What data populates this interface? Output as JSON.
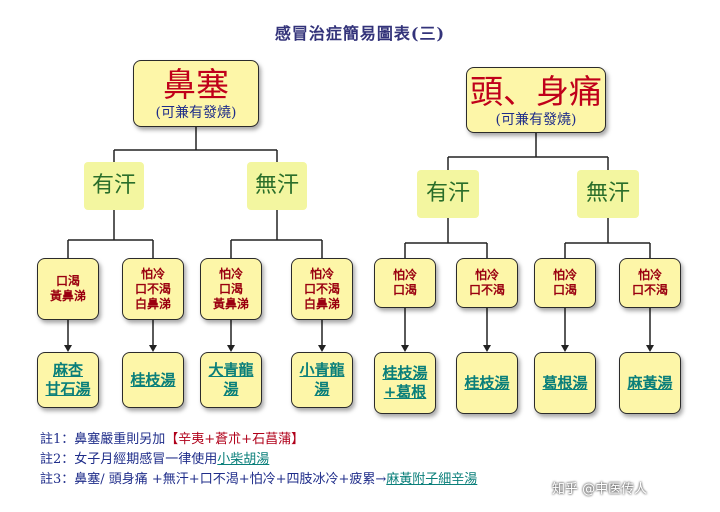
{
  "title": "感冒治症簡易圖表(三)",
  "left": {
    "root": {
      "main": "鼻塞",
      "sub": "(可兼有發燒)"
    },
    "branches": [
      {
        "label": "有汗",
        "conditions": [
          {
            "lines": [
              "口渴",
              "黃鼻涕"
            ],
            "remedy": [
              "麻杏",
              "甘石湯"
            ]
          },
          {
            "lines": [
              "怕冷",
              "口不渴",
              "白鼻涕"
            ],
            "remedy": [
              "桂枝湯"
            ]
          }
        ]
      },
      {
        "label": "無汗",
        "conditions": [
          {
            "lines": [
              "怕冷",
              "口渴",
              "黃鼻涕"
            ],
            "remedy": [
              "大青龍",
              "湯"
            ]
          },
          {
            "lines": [
              "怕冷",
              "口不渴",
              "白鼻涕"
            ],
            "remedy": [
              "小青龍",
              "湯"
            ]
          }
        ]
      }
    ]
  },
  "right": {
    "root": {
      "main": "頭、身痛",
      "sub": "(可兼有發燒)"
    },
    "branches": [
      {
        "label": "有汗",
        "conditions": [
          {
            "lines": [
              "怕冷",
              "口渴"
            ],
            "remedy": [
              "桂枝湯",
              "+葛根"
            ]
          },
          {
            "lines": [
              "怕冷",
              "口不渴"
            ],
            "remedy": [
              "桂枝湯"
            ]
          }
        ]
      },
      {
        "label": "無汗",
        "conditions": [
          {
            "lines": [
              "怕冷",
              "口渴"
            ],
            "remedy": [
              "葛根湯"
            ]
          },
          {
            "lines": [
              "怕冷",
              "口不渴"
            ],
            "remedy": [
              "麻黃湯"
            ]
          }
        ]
      }
    ]
  },
  "notes": {
    "n1": {
      "prefix": "註1：鼻塞嚴重則另加",
      "highlight": "【辛夷+蒼朮+石菖蒲】"
    },
    "n2": {
      "prefix": "註2：女子月經期感冒一律使用",
      "link": "小柴胡湯"
    },
    "n3": {
      "prefix": "註3：鼻塞/ 頭身痛 +無汗+口不渴+怕冷+四肢冰冷+疲累→",
      "link": "麻黃附子細辛湯"
    }
  },
  "watermark": "知乎 @中医传人",
  "colors": {
    "box_fill": "#fdf6a8",
    "root_text": "#c0001a",
    "branch_text": "#2a6e2a",
    "condition_text": "#9a0010",
    "remedy_text": "#0a7f7a",
    "note_text": "#1f2d8a"
  }
}
